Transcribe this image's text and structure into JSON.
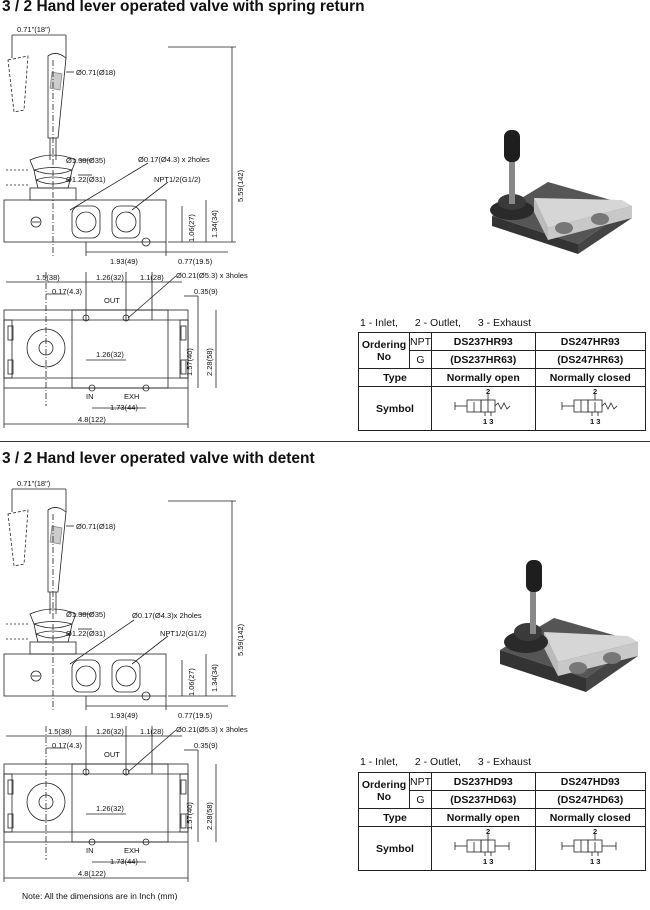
{
  "sections": [
    {
      "title": "3 / 2 Hand lever operated valve with spring return",
      "legend": {
        "inlet": "1 - Inlet,",
        "outlet": "2 - Outlet,",
        "exhaust": "3 - Exhaust"
      },
      "table": {
        "ordering_label": "Ordering No",
        "npt_label": "NPT",
        "g_label": "G",
        "npt_models": [
          "DS237HR93",
          "DS247HR93"
        ],
        "g_models": [
          "(DS237HR63)",
          "(DS247HR63)"
        ],
        "type_label": "Type",
        "types": [
          "Normally open",
          "Normally closed"
        ],
        "symbol_label": "Symbol"
      }
    },
    {
      "title": "3 / 2 Hand lever operated valve with detent",
      "legend": {
        "inlet": "1 - Inlet,",
        "outlet": "2 - Outlet,",
        "exhaust": "3 - Exhaust"
      },
      "table": {
        "ordering_label": "Ordering No",
        "npt_label": "NPT",
        "g_label": "G",
        "npt_models": [
          "DS237HD93",
          "DS247HD93"
        ],
        "g_models": [
          "(DS237HD63)",
          "(DS247HD63)"
        ],
        "type_label": "Type",
        "types": [
          "Normally open",
          "Normally closed"
        ],
        "symbol_label": "Symbol"
      }
    }
  ],
  "dims": {
    "angle": "0.71\"(18\")",
    "lever_dia": "Ø0.71(Ø18)",
    "boot_dia": "Ø1.38(Ø35)",
    "collar_dia": "Ø1.22(Ø31)",
    "holes_2": "Ø0.17(Ø4.3) x 2holes",
    "holes_2b": "Ø0.17(Ø4.3)x 2holes",
    "port": "NPT1/2(G1/2)",
    "total_height": "5.59(142)",
    "h27": "1.06(27)",
    "h34": "1.34(34)",
    "w49": "1.93(49)",
    "w19": "0.77(19.5)",
    "w38": "1.5(38)",
    "w32": "1.26(32)",
    "w28": "1.1(28)",
    "holes_3": "Ø0.21(Ø5.3) x 3holes",
    "d43": "0.17(4.3)",
    "d9": "0.35(9)",
    "out": "OUT",
    "h40": "1.57(40)",
    "h58": "2.28(58)",
    "in": "IN",
    "exh": "EXH",
    "w44": "1.73(44)",
    "w122": "4.8(122)"
  },
  "symbol_text": {
    "port2": "2",
    "port13": "1 3"
  },
  "note": "Note: All the dimensions are in Inch (mm)",
  "colors": {
    "line": "#222222",
    "body_gray": "#6a6a6a",
    "dark": "#2a2a2a",
    "silver": "#d8d8d8"
  }
}
